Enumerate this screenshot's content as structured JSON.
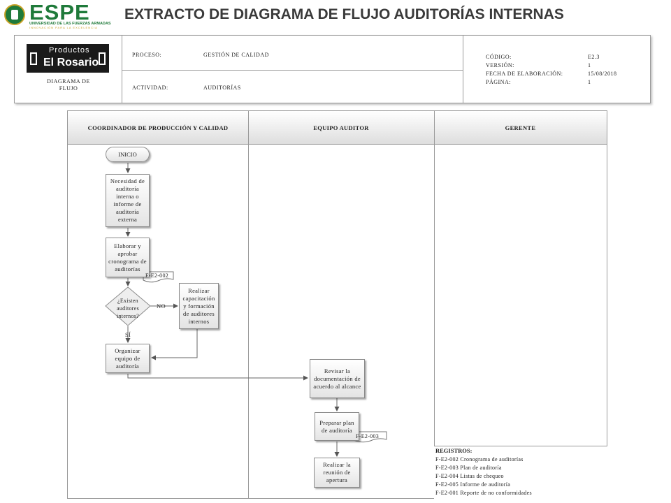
{
  "logo": {
    "wordmark": "ESPE",
    "subtitle": "UNIVERSIDAD DE LAS FUERZAS ARMADAS",
    "tagline": "INNOVACIÓN PARA LA EXCELENCIA"
  },
  "title": "EXTRACTO DE DIAGRAMA DE FLUJO AUDITORÍAS INTERNAS",
  "header": {
    "brand_top": "Productos",
    "brand_main": "El Rosario",
    "doc_type": "DIAGRAMA DE FLUJO",
    "proceso_label": "PROCESO:",
    "proceso_value": "GESTIÓN DE CALIDAD",
    "actividad_label": "ACTIVIDAD:",
    "actividad_value": "AUDITORÍAS",
    "codigo_label": "CÓDIGO:",
    "codigo_value": "E2.3",
    "version_label": "VERSIÓN:",
    "version_value": "1",
    "fecha_label": "FECHA DE ELABORACIÓN:",
    "fecha_value": "15/08/2018",
    "pagina_label": "PÁGINA:",
    "pagina_value": "1"
  },
  "lanes": [
    "COORDINADOR DE PRODUCCIÓN Y CALIDAD",
    "EQUIPO AUDITOR",
    "GERENTE"
  ],
  "nodes": {
    "inicio": "INICIO",
    "necesidad": "Necesidad de auditoría interna o informe de auditoría externa",
    "elaborar": "Elaborar y aprobar cronograma de auditorías",
    "existen": "¿Existen auditores internos?",
    "capacitacion": "Realizar capacitación y formación de auditores internos",
    "organizar": "Organizar equipo de auditoría",
    "revisar": "Revisar la documentación de acuerdo al alcance",
    "preparar": "Preparar plan de auditoría",
    "reunion": "Realizar la reunión de apertura"
  },
  "doc_refs": {
    "cronograma": "F-E2-002",
    "plan": "F-E2-003"
  },
  "edge_labels": {
    "no": "NO",
    "si": "SÍ"
  },
  "registros": {
    "title": "REGISTROS:",
    "items": [
      "F-E2-002 Cronograma de auditorías",
      "F-E2-003 Plan de auditoría",
      "F-E2-004 Listas de chequeo",
      "F-E2-005 Informe de auditoría",
      "F-E2-001 Reporte de no conformidades"
    ]
  }
}
